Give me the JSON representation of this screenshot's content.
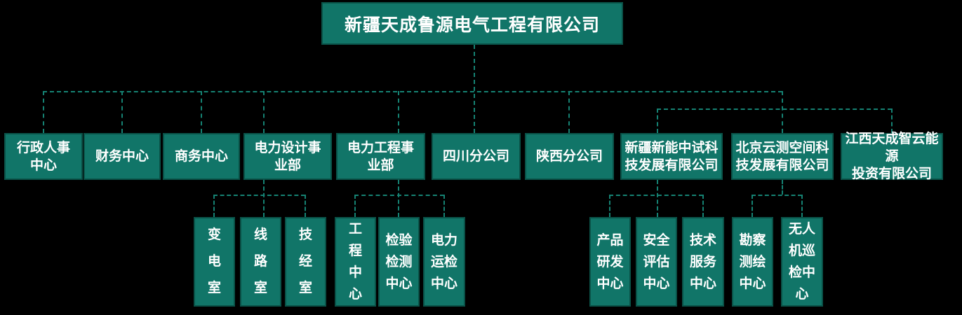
{
  "colors": {
    "background": "#000000",
    "box_fill": "#117568",
    "box_border": "#0a5248",
    "line": "#158273",
    "text": "#ffffff"
  },
  "root": {
    "label": "新疆天成鲁源电气工程有限公司"
  },
  "level2": [
    {
      "label": "行政人事\n中心"
    },
    {
      "label": "财务中心"
    },
    {
      "label": "商务中心"
    },
    {
      "label": "电力设计事\n业部"
    },
    {
      "label": "电力工程事\n业部"
    },
    {
      "label": "四川分公司"
    },
    {
      "label": "陕西分公司"
    },
    {
      "label": "新疆新能中试科\n技发展有限公司"
    },
    {
      "label": "北京云测空间科\n技发展有限公司"
    },
    {
      "label": "江西天成智云能源\n投资有限公司"
    }
  ],
  "level3": [
    {
      "label": "变\n电\n室"
    },
    {
      "label": "线\n路\n室"
    },
    {
      "label": "技\n经\n室"
    },
    {
      "label": "工\n程\n中\n心"
    },
    {
      "label": "检验\n检测\n中心"
    },
    {
      "label": "电力\n运检\n中心"
    },
    {
      "label": "产品\n研发\n中心"
    },
    {
      "label": "安全\n评估\n中心"
    },
    {
      "label": "技术\n服务\n中心"
    },
    {
      "label": "勘察\n测绘\n中心"
    },
    {
      "label": "无人\n机巡\n检中\n心"
    }
  ]
}
